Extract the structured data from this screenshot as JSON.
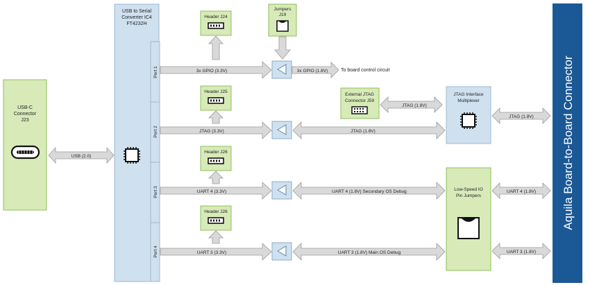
{
  "colors": {
    "green_fill": "#d7eab8",
    "blue_fill": "#cfe0ee",
    "board_connector": "#1a5896",
    "arrow_fill": "#d9d9d9"
  },
  "usb_c": {
    "line1": "USB-C",
    "line2": "Connector",
    "line3": "J23"
  },
  "usb_link": "USB (2.0)",
  "ic4": {
    "line1": "USB to Serial",
    "line2": "Converter IC4",
    "line3": "FT4232H"
  },
  "ports": [
    "Port 1",
    "Port 2",
    "Port 3",
    "Port 4"
  ],
  "headers": {
    "j24": "Header J24",
    "j25": "Header J25",
    "j26a": "Header J26",
    "j26b": "Header J26"
  },
  "jumpers": {
    "line1": "Jumpers",
    "line2": "J19"
  },
  "links": {
    "p1_in": "3x GPIO (3.3V)",
    "p1_out": "3x GPIO (1.8V)",
    "p1_dest": "To board control circuit",
    "p2_in": "JTAG (3.3V)",
    "p2_out": "JTAG (1.8V)",
    "p3_in": "UART 4 (3.3V)",
    "p3_out": "UART 4 (1.8V) Secondary OS Debug",
    "p4_in": "UART 3 (3.3V)",
    "p4_out": "UART 3 (1.8V) Main OS Debug",
    "ext_jtag": "JTAG (1.8V)",
    "mux_out": "JTAG (1.8V)",
    "lsio_uart4": "UART 4 (1.8V)",
    "lsio_uart3": "UART 3 (1.8V)"
  },
  "ext_jtag": {
    "line1": "External JTAG",
    "line2": "Connector J59"
  },
  "jtag_mux": {
    "line1": "JTAG Interface",
    "line2": "Multiplexer"
  },
  "lsio": {
    "line1": "Low-Speed IO",
    "line2": "Pin Jumpers"
  },
  "board_connector": "Aquila Board-to-Board Connector"
}
